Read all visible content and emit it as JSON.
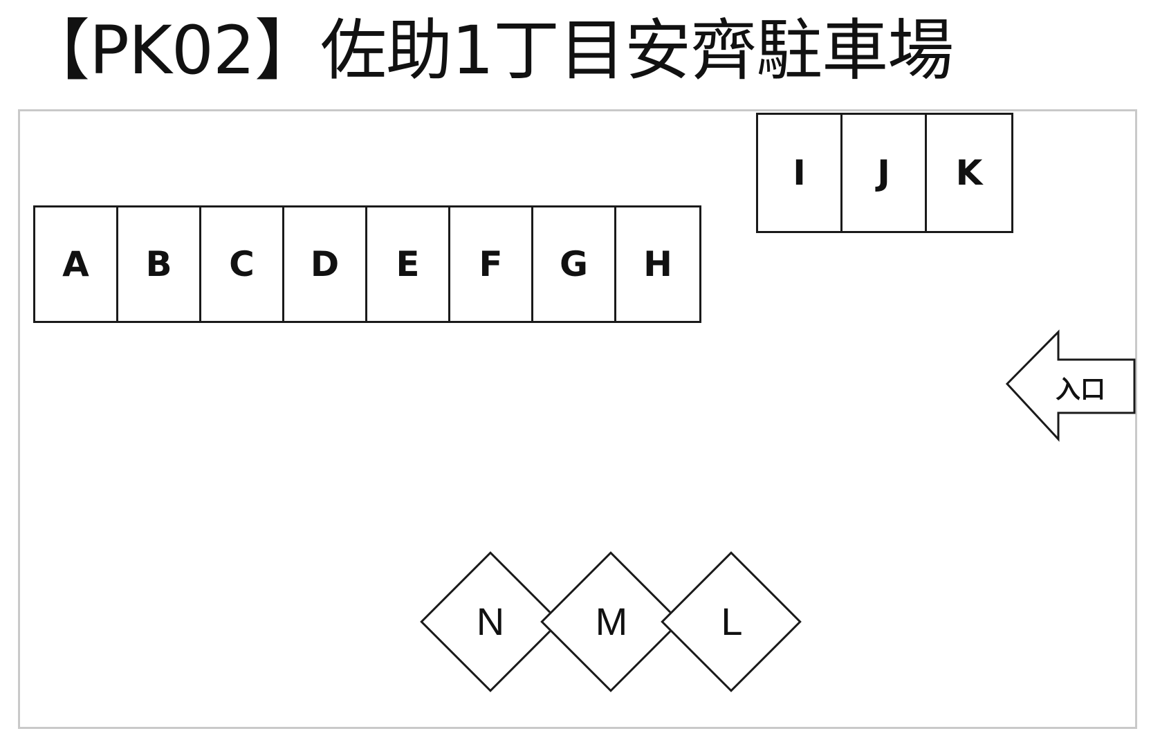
{
  "title": "【PK02】佐助1丁目安齊駐車場",
  "stalls_top_row": [
    "A",
    "B",
    "C",
    "D",
    "E",
    "F",
    "G",
    "H"
  ],
  "stalls_top_right": [
    "I",
    "J",
    "K"
  ],
  "stalls_diagonal": [
    "N",
    "M",
    "L"
  ],
  "entrance_label": "入口"
}
